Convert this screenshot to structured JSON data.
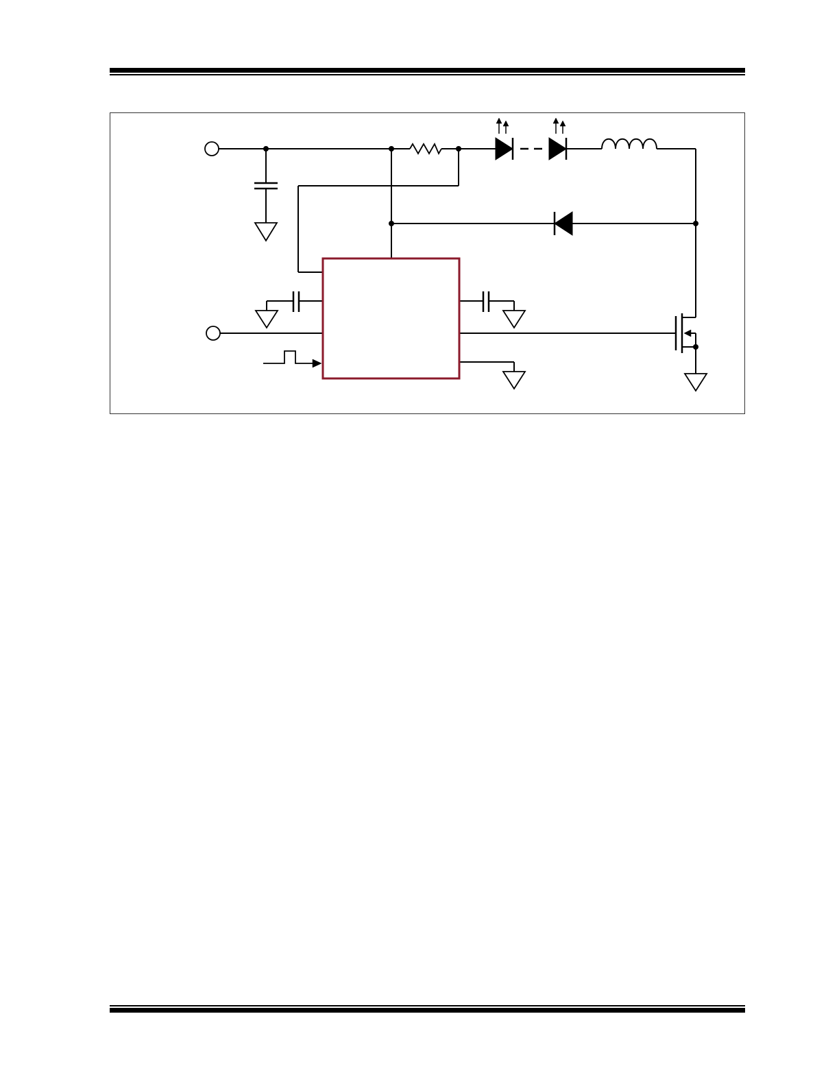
{
  "colors": {
    "ink": "#000000",
    "ic_border": "#8b1a2b",
    "frame_border": "#333333"
  },
  "components": [
    "input-terminal-top",
    "input-capacitor",
    "sense-resistor",
    "led-string",
    "inductor",
    "freewheel-diode",
    "controller-ic",
    "vdd-capacitor",
    "aux-capacitor",
    "pwm-dimming-input",
    "mosfet-switch",
    "ground-symbols"
  ],
  "icons": {
    "ground": "ground-icon",
    "led_emission": "light-emission-arrows-icon",
    "pwm_pulse": "pulse-waveform-icon"
  }
}
